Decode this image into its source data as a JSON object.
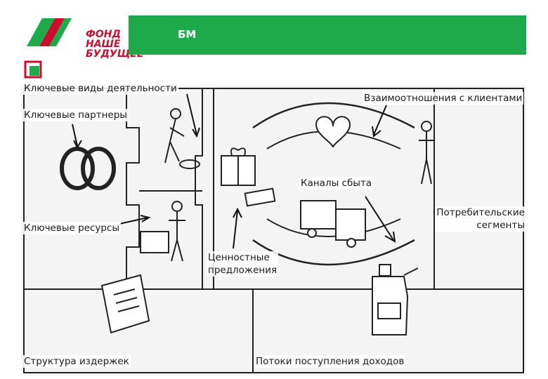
{
  "header": {
    "title": "БМ",
    "accent_color": "#1ea94a"
  },
  "logo": {
    "line1": "ФОНД",
    "line2": "НАШЕ",
    "line3": "БУДУЩЕЕ"
  },
  "labels": {
    "key_activities": "Ключевые виды деятельности",
    "key_partners": "Ключевые партнеры",
    "key_resources": "Ключевые ресурсы",
    "customer_relationships": "Взаимоотношения с клиентами",
    "channels": "Каналы сбыта",
    "customer_segments_line1": "Потребительские",
    "customer_segments_line2": "сегменты",
    "value_propositions_line1": "Ценностные",
    "value_propositions_line2": "предложения",
    "cost_structure": "Структура издержек",
    "revenue_streams": "Потоки поступления доходов"
  }
}
